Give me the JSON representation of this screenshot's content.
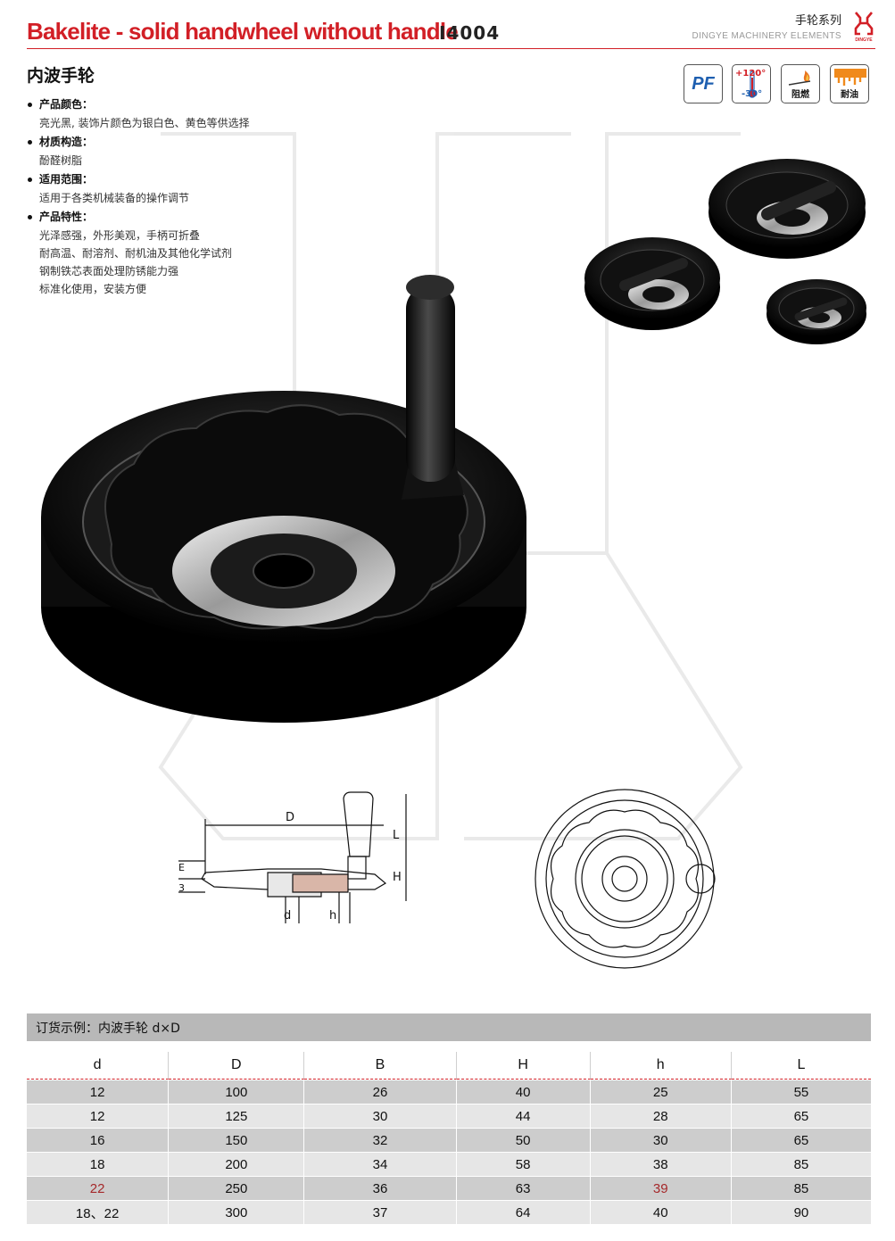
{
  "header": {
    "title": "Bakelite - solid handwheel without handle",
    "code": "I4004",
    "series": "手轮系列",
    "brand": "DINGYE MACHINERY ELEMENTS",
    "logo_text": "DINGYE"
  },
  "subtitle": "内波手轮",
  "badges": {
    "pf": "PF",
    "temp_high": "+120°",
    "temp_low": "-30°",
    "fire": "阻燃",
    "oil": "耐油"
  },
  "specs": [
    {
      "heading": "产品颜色：",
      "lines": [
        "亮光黑, 装饰片颜色为银白色、黄色等供选择"
      ]
    },
    {
      "heading": "材质构造：",
      "lines": [
        "酚醛树脂"
      ]
    },
    {
      "heading": "适用范围：",
      "lines": [
        "适用于各类机械装备的操作调节"
      ]
    },
    {
      "heading": "产品特性：",
      "lines": [
        "光泽感强，外形美观，手柄可折叠",
        "耐高温、耐溶剂、耐机油及其他化学试剂",
        "钢制铁芯表面处理防锈能力强",
        "标准化使用，安装方便"
      ]
    }
  ],
  "drawing_labels": {
    "D": "D",
    "L": "L",
    "H": "H",
    "d": "d",
    "h": "h",
    "three": "3",
    "e": "E"
  },
  "order": {
    "label": "订货示例：内波手轮 d×D"
  },
  "table": {
    "headers": [
      "d",
      "D",
      "B",
      "H",
      "h",
      "L"
    ],
    "rows": [
      [
        "12",
        "100",
        "26",
        "40",
        "25",
        "55"
      ],
      [
        "12",
        "125",
        "30",
        "44",
        "28",
        "65"
      ],
      [
        "16",
        "150",
        "32",
        "50",
        "30",
        "65"
      ],
      [
        "18",
        "200",
        "34",
        "58",
        "38",
        "85"
      ],
      [
        "22",
        "250",
        "36",
        "63",
        "39",
        "85"
      ],
      [
        "18、22",
        "300",
        "37",
        "64",
        "40",
        "90"
      ]
    ]
  },
  "colors": {
    "accent": "#d21f26",
    "blue": "#1e5fb0",
    "wheel": "#141414"
  }
}
